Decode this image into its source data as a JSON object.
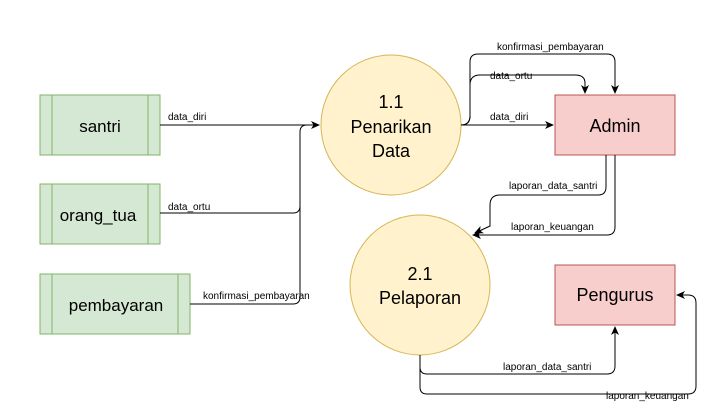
{
  "entities": {
    "santri": "santri",
    "orang_tua": "orang_tua",
    "pembayaran": "pembayaran",
    "admin": "Admin",
    "pengurus": "Pengurus"
  },
  "processes": {
    "p1": {
      "number": "1.1",
      "name_line1": "Penarikan",
      "name_line2": "Data"
    },
    "p2": {
      "number": "2.1",
      "name": "Pelaporan"
    }
  },
  "flows": {
    "santri_data_diri": "data_diri",
    "ortu_data_ortu": "data_ortu",
    "pembayaran_konfirmasi": "konfirmasi_pembayaran",
    "p1_admin_konfirmasi": "konfirmasi_pembayaran",
    "p1_admin_data_ortu": "data_ortu",
    "p1_admin_data_diri": "data_diri",
    "admin_p2_laporan_santri": "laporan_data_santri",
    "admin_p2_laporan_keuangan": "laporan_keuangan",
    "p2_pengurus_laporan_santri": "laporan_data_santri",
    "p2_pengurus_laporan_keuangan": "laporan_keuangan"
  },
  "colors": {
    "external_fill": "#d5e8d4",
    "external_stroke": "#82b366",
    "process_fill": "#fff2cc",
    "process_stroke": "#d6b656",
    "admin_fill": "#f8cecc",
    "admin_stroke": "#b85450"
  }
}
